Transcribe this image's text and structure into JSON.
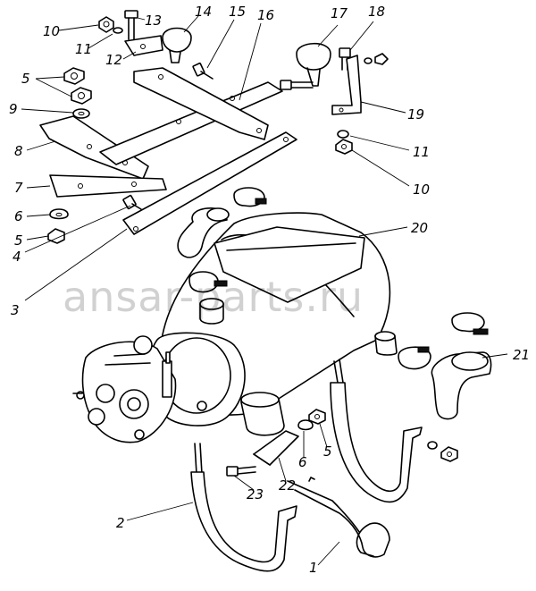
{
  "watermark": "ansar-parts.ru",
  "callouts": {
    "c1": "1",
    "c2": "2",
    "c3": "3",
    "c4": "4",
    "c5a": "5",
    "c5b": "5",
    "c5c": "5",
    "c6a": "6",
    "c6b": "6",
    "c7": "7",
    "c8": "8",
    "c9": "9",
    "c10a": "10",
    "c10b": "10",
    "c11a": "11",
    "c11b": "11",
    "c12": "12",
    "c13": "13",
    "c14": "14",
    "c15": "15",
    "c16": "16",
    "c17": "17",
    "c18": "18",
    "c19": "19",
    "c20": "20",
    "c21": "21",
    "c22": "22",
    "c23": "23"
  }
}
